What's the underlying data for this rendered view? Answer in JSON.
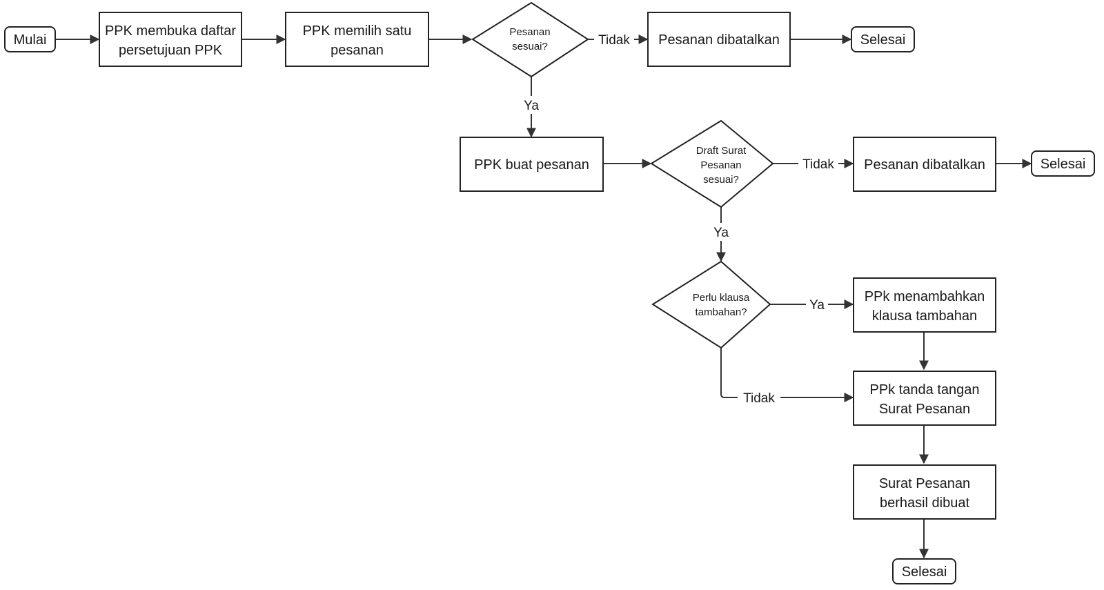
{
  "nodes": {
    "start": "Mulai",
    "open_list": [
      "PPK membuka daftar",
      "persetujuan PPK"
    ],
    "choose_order": [
      "PPK memilih satu",
      "pesanan"
    ],
    "order_ok": [
      "Pesanan",
      "sesuai?"
    ],
    "cancel_1": "Pesanan dibatalkan",
    "end_1": "Selesai",
    "create_order": "PPK buat pesanan",
    "draft_ok": [
      "Draft Surat",
      "Pesanan",
      "sesuai?"
    ],
    "cancel_2": "Pesanan dibatalkan",
    "end_2": "Selesai",
    "need_clause": [
      "Perlu klausa",
      "tambahan?"
    ],
    "add_clause": [
      "PPk menambahkan",
      "klausa tambahan"
    ],
    "sign": [
      "PPk tanda tangan",
      "Surat Pesanan"
    ],
    "success": [
      "Surat Pesanan",
      "berhasil dibuat"
    ],
    "end_3": "Selesai"
  },
  "edges": {
    "order_no": "Tidak",
    "order_yes": "Ya",
    "draft_no": "Tidak",
    "draft_yes": "Ya",
    "clause_yes": "Ya",
    "clause_no": "Tidak"
  },
  "colors": {
    "stroke": "#222222",
    "line": "#333333",
    "text": "#1a1a1a",
    "background": "#ffffff"
  }
}
